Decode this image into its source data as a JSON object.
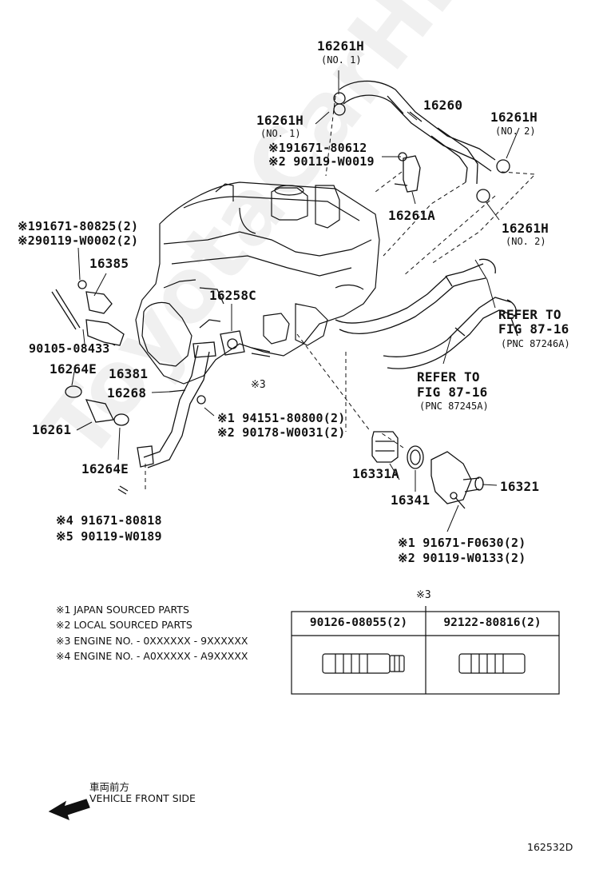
{
  "watermark": "ToyotaCarHire.ru",
  "diagram_id": "162532D",
  "parts": {
    "p16261H_top": "16261H",
    "p16261H_top_sub": "(NO. 1)",
    "p16261H_mid": "16261H",
    "p16261H_mid_sub": "(NO. 1)",
    "p16260": "16260",
    "p16261H_r": "16261H",
    "p16261H_r_sub": "(NO. 2)",
    "ref_1a": "※191671-80612",
    "ref_1b": "※2 90119-W0019",
    "p16261A": "16261A",
    "p16261H_r2": "16261H",
    "p16261H_r2_sub": "(NO. 2)",
    "ref_2a": "※191671-80825(2)",
    "ref_2b": "※290119-W0002(2)",
    "p16385": "16385",
    "p16258C": "16258C",
    "refer1": "REFER TO",
    "refer1b": "FIG 87-16",
    "refer1c": "(PNC 87246A)",
    "p90105": "90105-08433",
    "p16264E_a": "16264E",
    "p16381": "16381",
    "mark3": "※3",
    "refer2": "REFER TO",
    "refer2b": "FIG 87-16",
    "refer2c": "(PNC 87245A)",
    "p16268": "16268",
    "ref_3a": "※1 94151-80800(2)",
    "ref_3b": "※2 90178-W0031(2)",
    "p16261": "16261",
    "p16331A": "16331A",
    "p16321": "16321",
    "p16264E_b": "16264E",
    "p16341": "16341",
    "ref_4a": "※4 91671-80818",
    "ref_4b": "※5 90119-W0189",
    "ref_5a": "※1 91671-F0630(2)",
    "ref_5b": "※2 90119-W0133(2)"
  },
  "notes": [
    "※1 JAPAN SOURCED PARTS",
    "※2 LOCAL SOURCED PARTS",
    "※3 ENGINE NO. - 0XXXXXX - 9XXXXXX",
    "※4 ENGINE NO. - A0XXXXX - A9XXXXX"
  ],
  "table": {
    "mark": "※3",
    "col1": "90126-08055(2)",
    "col2": "92122-80816(2)"
  },
  "front": {
    "kanji": "車両前方",
    "text": "VEHICLE FRONT SIDE"
  }
}
